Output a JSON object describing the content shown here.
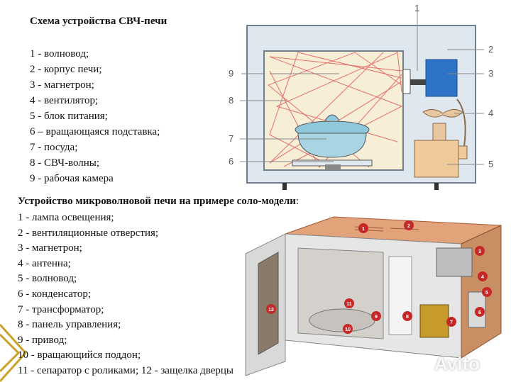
{
  "top": {
    "title": "Схема устройства СВЧ-печи",
    "items": [
      "1 - волновод;",
      "2 - корпус печи;",
      "3 - магнетрон;",
      "4 - вентилятор;",
      "5 - блок питания;",
      "6 – вращающаяся подставка;",
      "7 - посуда;",
      "8 - СВЧ-волны;",
      "9 - рабочая камера"
    ],
    "diagram_numbers": [
      "1",
      "2",
      "3",
      "4",
      "5",
      "6",
      "7",
      "8",
      "9"
    ]
  },
  "bottom": {
    "title_bold": "Устройство микроволновой печи на примере соло-модели",
    "title_suffix": ":",
    "items": [
      "1 - лампа освещения;",
      "2 - вентиляционные отверстия;",
      "3 - магнетрон;",
      "4 - антенна;",
      "5 - волновод;",
      "6 - конденсатор;",
      "7 - трансформатор;",
      "8 - панель управления;",
      "9 - привод;",
      "10 - вращающийся поддон;",
      "11 - сепаратор с роликами;  12 - защелка дверцы"
    ],
    "badges": [
      "1",
      "2",
      "3",
      "4",
      "5",
      "6",
      "7",
      "8",
      "9",
      "10",
      "11",
      "12"
    ]
  },
  "watermark": "Avito",
  "colors": {
    "badge_red": "#c62828",
    "wave_red": "#e05050",
    "chamber_fill": "#f7eed7",
    "case_fill": "#dfe7ef",
    "magnetron_blue": "#2d73c7"
  }
}
